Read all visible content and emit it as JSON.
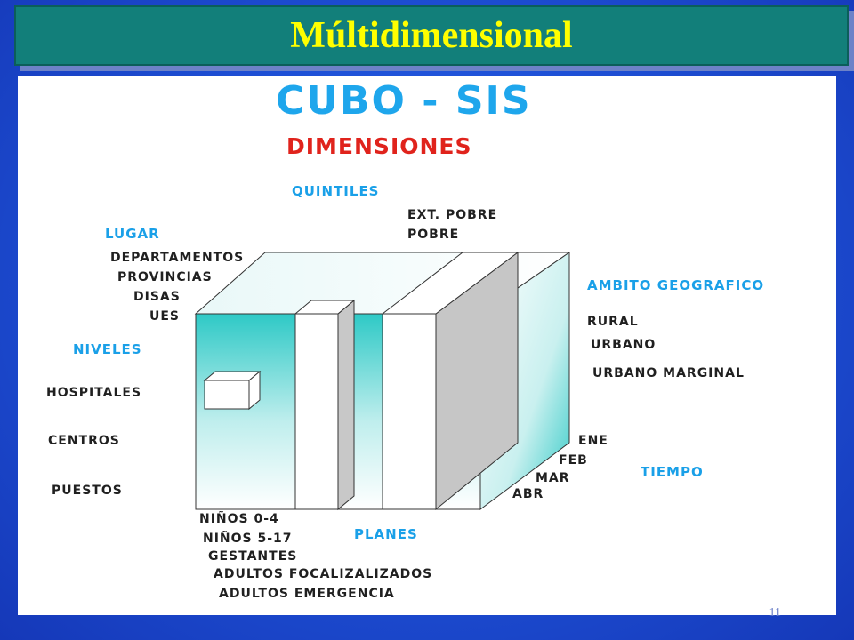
{
  "slide": {
    "title": "Múltidimensional",
    "page_number": "11"
  },
  "diagram": {
    "heading": "CUBO - SIS",
    "subheading": "DIMENSIONES",
    "dimensions": {
      "quintiles": {
        "label": "QUINTILES",
        "items": [
          "EXT. POBRE",
          "POBRE"
        ]
      },
      "lugar": {
        "label": "LUGAR",
        "items": [
          "DEPARTAMENTOS",
          "PROVINCIAS",
          "DISAS",
          "UES"
        ]
      },
      "ambito": {
        "label": "AMBITO GEOGRAFICO",
        "items": [
          "RURAL",
          "URBANO",
          "URBANO MARGINAL"
        ]
      },
      "niveles": {
        "label": "NIVELES",
        "items": [
          "HOSPITALES",
          "CENTROS",
          "PUESTOS"
        ]
      },
      "tiempo": {
        "label": "TIEMPO",
        "items": [
          "ENE",
          "FEB",
          "MAR",
          "ABR"
        ]
      },
      "planes": {
        "label": "PLANES",
        "items": [
          "NIÑOS 0-4",
          "NIÑOS 5-17",
          "GESTANTES",
          "ADULTOS FOCALIZALIZADOS",
          "ADULTOS EMERGENCIA"
        ]
      }
    },
    "colors": {
      "cube_fill": "#2ec9c6",
      "accent_label": "#1aa0e8",
      "heading_red": "#e0231c",
      "title_yellow": "#ffff00",
      "title_bar": "#127f7a"
    }
  }
}
